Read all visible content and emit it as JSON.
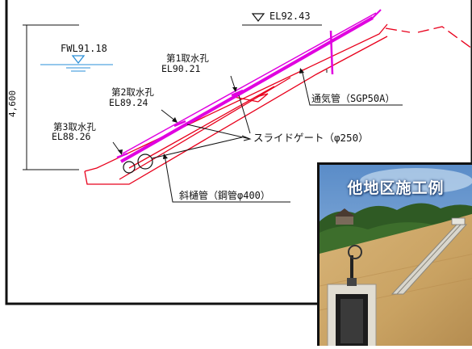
{
  "drawing": {
    "crest_elevation": "EL92.43",
    "water_level": "FWL91.18",
    "height_dimension": "4,600",
    "intakes": [
      {
        "name": "第1取水孔",
        "elevation": "EL90.21"
      },
      {
        "name": "第2取水孔",
        "elevation": "EL89.24"
      },
      {
        "name": "第3取水孔",
        "elevation": "EL88.26"
      }
    ],
    "vent_pipe_label": "通気管（SGP50A）",
    "slide_gate_label": "スライドゲート（φ250）",
    "inclined_pipe_label": "斜樋管（鋼管φ400）"
  },
  "photo": {
    "caption": "他地区施工例"
  },
  "colors": {
    "structure": "#e8001c",
    "pipe": "#e000e0",
    "line": "#111111",
    "water": "#2a8fd8"
  }
}
